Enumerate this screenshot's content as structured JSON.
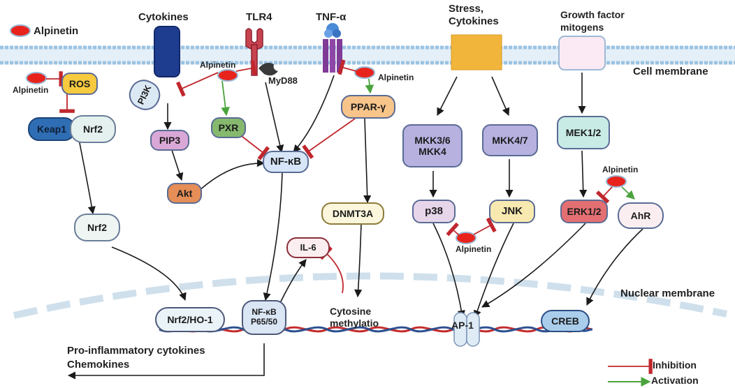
{
  "legend": {
    "alpinetin": "Alpinetin",
    "inhibition": "Inhibition",
    "activation": "Activation"
  },
  "receptors": {
    "cytokines": "Cytokines",
    "tlr4": "TLR4",
    "tnf": "TNF-α",
    "stress": "Stress,\nCytokines",
    "growth": "Growth factor\nmitogens"
  },
  "membranes": {
    "cell": "Cell membrane",
    "nuclear": "Nuclear membrane"
  },
  "nodes": {
    "ros": "ROS",
    "keap1": "Keap1",
    "nrf2": "Nrf2",
    "nrf2_b": "Nrf2",
    "pi3k": "PI3K",
    "pip3": "PIP3",
    "akt": "Akt",
    "pxr": "PXR",
    "myd88": "MyD88",
    "nfkb": "NF-κB",
    "pparg": "PPAR-γ",
    "dnmt3a": "DNMT3A",
    "il6": "IL-6",
    "mkk36": "MKK3/6\nMKK4",
    "mkk47": "MKK4/7",
    "mek12": "MEK1/2",
    "p38": "p38",
    "jnk": "JNK",
    "erk12": "ERK1/2",
    "ahr": "AhR",
    "nrf2ho1": "Nrf2/HO-1",
    "nfkb_nuc": "NF-κB\nP65/50",
    "cytosine": "Cytosine\nmethylatio",
    "ap1": "AP-1",
    "creb": "CREB"
  },
  "drug_labels": {
    "ros_alp": "Alpinetin",
    "tlr_alp": "Alpinetin",
    "tnf_alp": "Alpinetin",
    "p38_alp": "Alpinetin",
    "erk_alp": "Alpinetin"
  },
  "outputs": {
    "pro_inflammatory": "Pro-inflammatory cytokines",
    "chemokines": "Chemokines"
  },
  "colors": {
    "inhibition": "#c0272d",
    "activation": "#4aa33c",
    "drug": "#e8231c",
    "membrane": "#b9d7ee",
    "dna_red": "#c42b2b",
    "dna_blue": "#2c4f8f"
  }
}
